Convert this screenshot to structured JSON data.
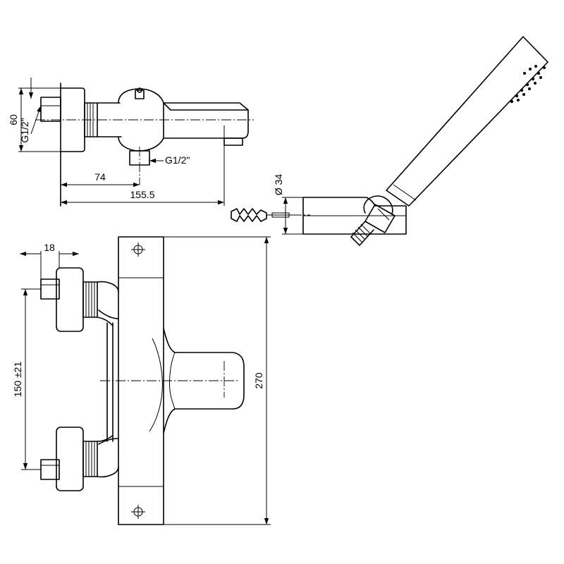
{
  "dimensions": {
    "height_60": "60",
    "thread_left": "G1/2\"",
    "thread_bottom": "G1/2\"",
    "depth_74": "74",
    "depth_155": "155.5",
    "diameter_34": "Ø 34",
    "width_18": "18",
    "center_150": "150 ±21",
    "length_270": "270"
  }
}
